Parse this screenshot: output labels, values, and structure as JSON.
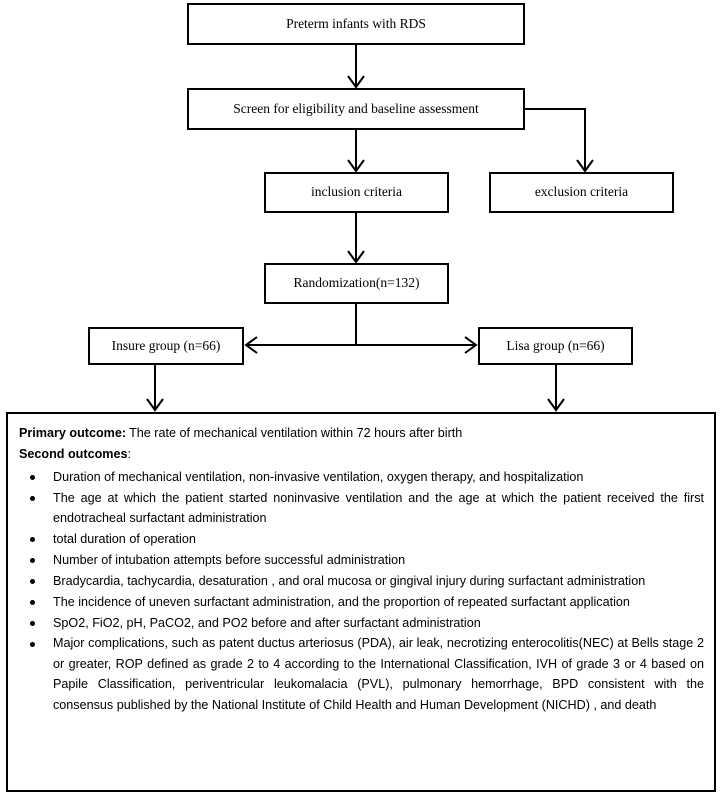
{
  "diagram": {
    "title": "CONSORT-style trial flow diagram",
    "nodes": {
      "preterm": "Preterm infants with RDS",
      "screen": "Screen for eligibility and baseline assessment",
      "inclusion": "inclusion criteria",
      "exclusion": "exclusion criteria",
      "randomization": "Randomization(n=132)",
      "insure_group": "Insure group (n=66)",
      "lisa_group": "Lisa group (n=66)"
    }
  },
  "outcomes": {
    "primary": {
      "label": "Primary outcome",
      "separator": ":",
      "text": "The rate of mechanical ventilation within 72 hours after birth"
    },
    "secondary": {
      "label": "Second outcomes",
      "separator": ":",
      "items": [
        "Duration of mechanical ventilation, non-invasive ventilation, oxygen therapy, and hospitalization",
        "The age at which the patient started noninvasive ventilation and the age at which the patient received the first endotracheal surfactant administration",
        "total duration of operation",
        "Number of intubation attempts before successful administration",
        "Bradycardia, tachycardia, desaturation , and oral mucosa or gingival injury during surfactant administration",
        "The incidence of uneven surfactant administration, and the proportion of repeated surfactant application",
        "SpO2, FiO2, pH, PaCO2, and PO2 before and after surfactant administration",
        "Major complications, such as patent ductus arteriosus (PDA), air leak, necrotizing enterocolitis(NEC) at Bells stage 2 or greater, ROP defined as grade 2 to 4 according to the International Classification, IVH of grade 3 or 4 based on Papile Classification, periventricular leukomalacia (PVL), pulmonary hemorrhage, BPD consistent with the consensus published by the National Institute of Child Health and Human Development (NICHD) , and death"
      ]
    }
  },
  "colors": {
    "stroke": "#000000",
    "background": "#ffffff"
  }
}
